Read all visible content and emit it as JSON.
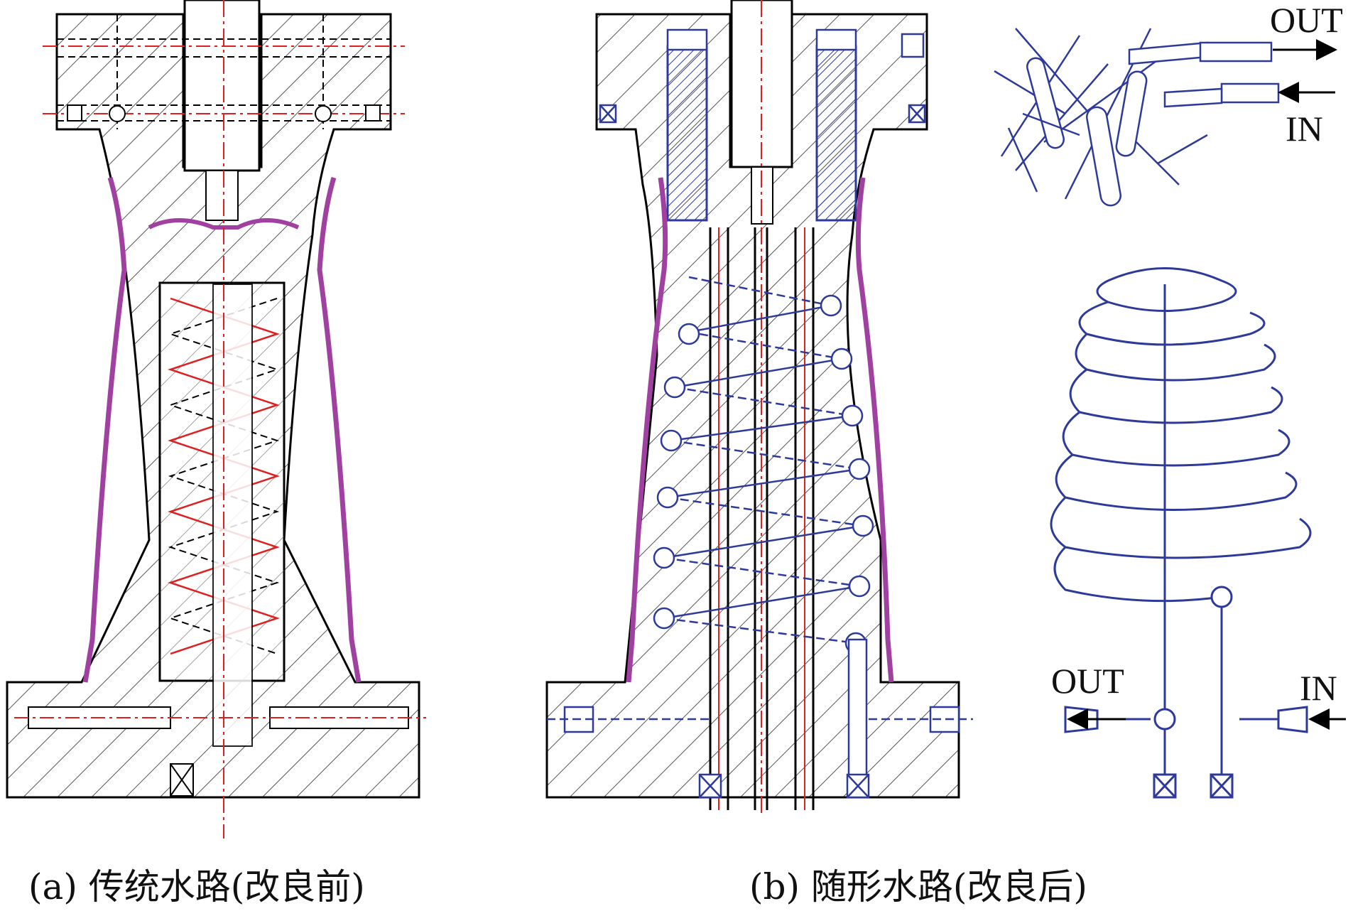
{
  "captions": {
    "a": "(a) 传统水路(改良前)",
    "b": "(b) 随形水路(改良后)"
  },
  "labels": {
    "top_out": "OUT",
    "top_in": "IN",
    "bottom_out": "OUT",
    "bottom_in": "IN"
  },
  "colors": {
    "outline": "#000000",
    "hatch": "#555555",
    "centerline": "#e02020",
    "cooling_channel": "#2e3a9a",
    "product": "#a040a0"
  }
}
